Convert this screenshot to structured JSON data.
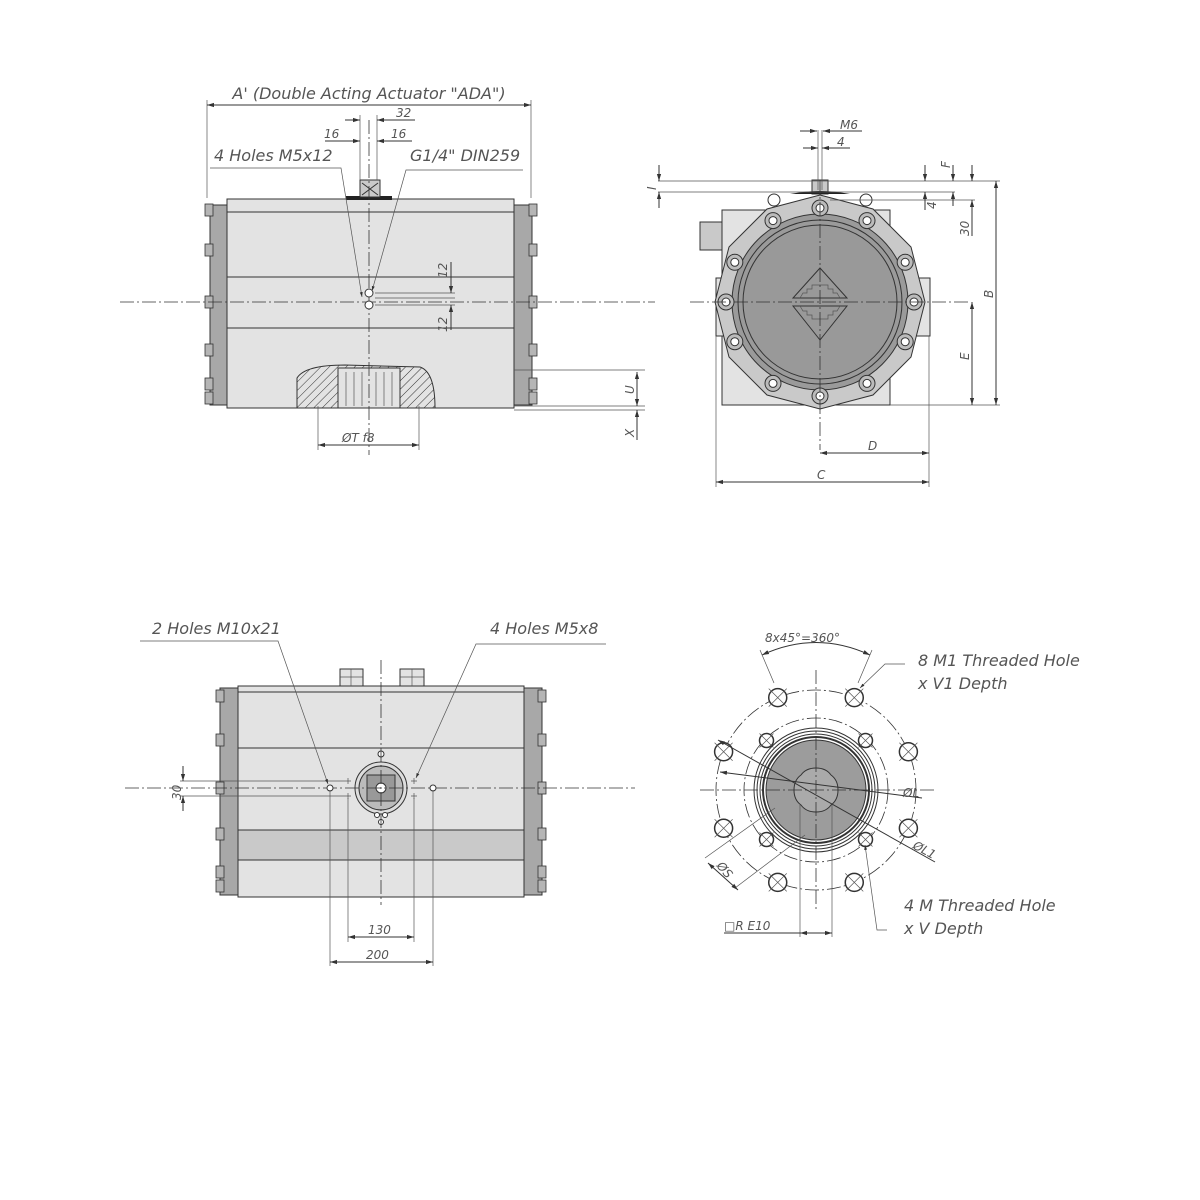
{
  "front_view": {
    "overall_length_label": "A' (Double Acting Actuator \"ADA\")",
    "port_spacing": "32",
    "port_half_left": "16",
    "port_half_right": "16",
    "holes_label": "4 Holes M5x12",
    "port_thread_label": "G1/4\" DIN259",
    "offset_upper": "12",
    "offset_lower": "12",
    "dim_u": "U",
    "dim_x": "X",
    "pinion_diameter": "ØT  f8"
  },
  "side_view": {
    "thread_label": "M6",
    "thread_width": "4",
    "dim_i": "I",
    "dim_f": "F",
    "dim_4": "4",
    "dim_30": "30",
    "dim_b": "B",
    "dim_e": "E",
    "dim_d": "D",
    "dim_c": "C"
  },
  "bottom_view": {
    "left_holes_label": "2 Holes M10x21",
    "right_holes_label": "4 Holes M5x8",
    "dim_30": "30",
    "dim_130": "130",
    "dim_200": "200"
  },
  "flange_view": {
    "angle_label": "8x45°=360°",
    "outer_holes_line1": "8 M1 Threaded Hole",
    "outer_holes_line2": "x V1 Depth",
    "dim_l": "ØL",
    "dim_l1": "ØL1",
    "dim_s": "ØS",
    "square_label": "□R E10",
    "inner_holes_line1": "4 M Threaded Hole",
    "inner_holes_line2": "x V Depth"
  },
  "colors": {
    "body": "#e3e3e3",
    "band": "#c9c9c9",
    "line": "#333333",
    "text": "#555555"
  }
}
